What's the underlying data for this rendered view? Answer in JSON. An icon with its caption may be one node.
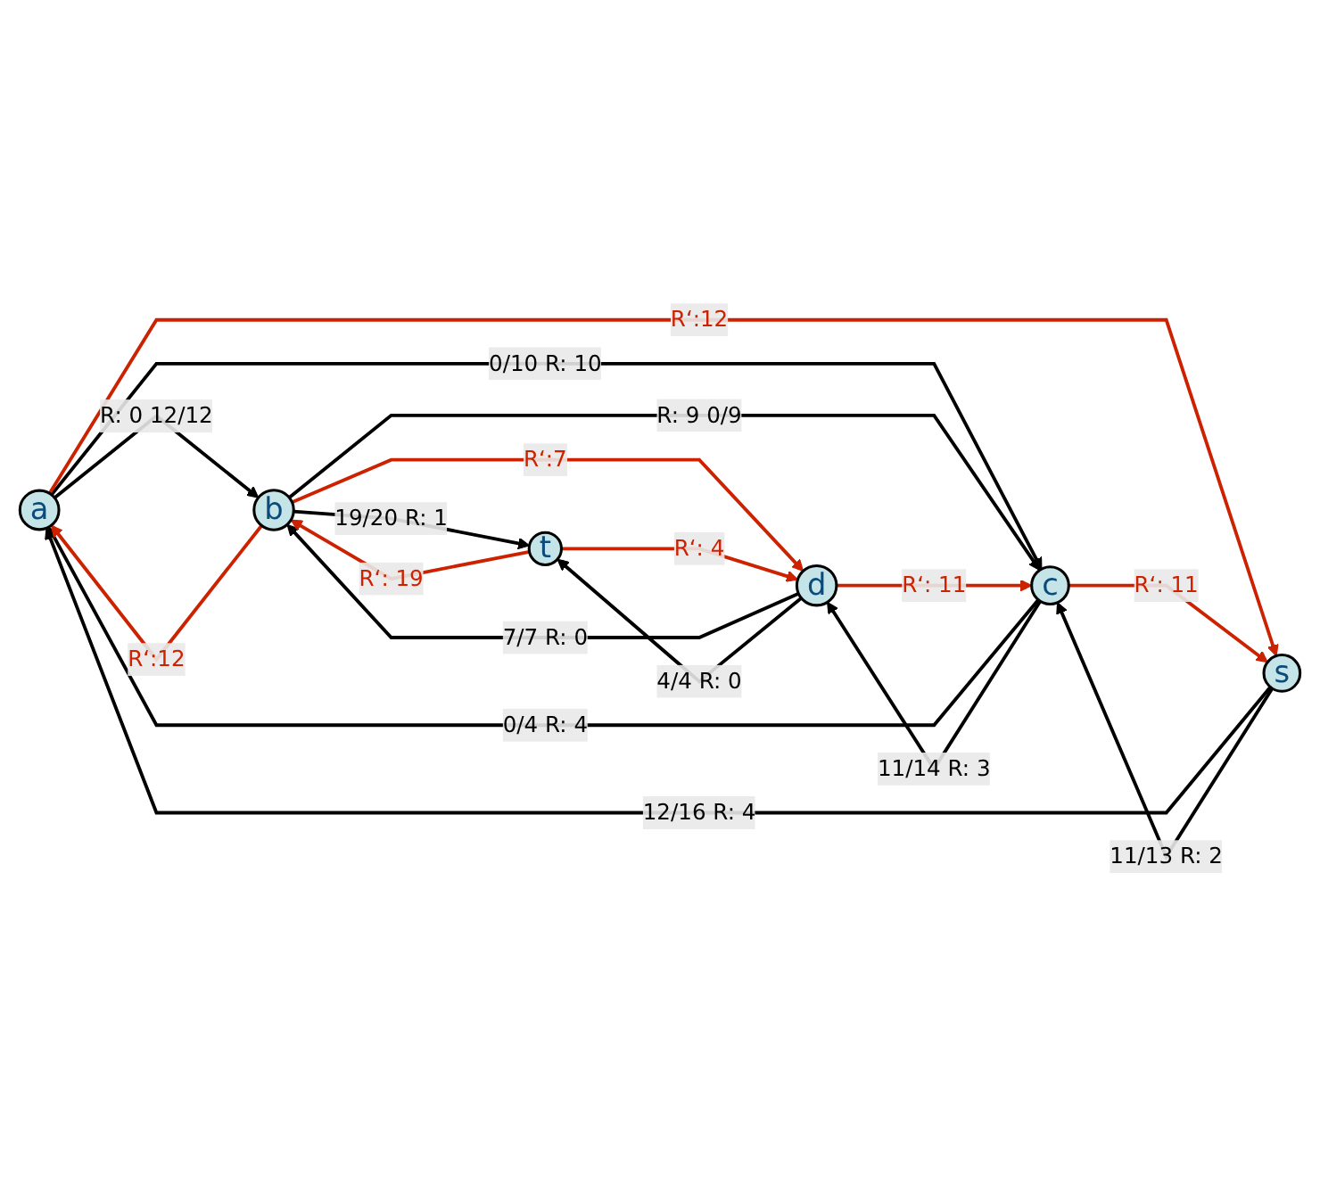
{
  "diagram": {
    "nodes": [
      {
        "text": [
          "a"
        ]
      },
      {
        "text": [
          "b"
        ]
      },
      {
        "text": [
          "s"
        ]
      },
      {
        "text": [
          "t"
        ]
      },
      {
        "text": [
          "c"
        ]
      },
      {
        "text": [
          "d"
        ]
      }
    ],
    "edges": [
      {
        "from": 2,
        "to": 0,
        "arrow": "to",
        "label": "12/16 R: 4"
      },
      {
        "from": 0,
        "to": 1,
        "arrow": "to",
        "label": "R: 0 12/12"
      },
      {
        "from": 1,
        "to": 3,
        "arrow": "to",
        "label": "19/20 R: 1"
      },
      {
        "from": 0,
        "to": 4,
        "arrow": "to",
        "label": "0/10 R: 10"
      },
      {
        "from": 4,
        "to": 0,
        "arrow": "to",
        "label": "0/4 R: 4"
      },
      {
        "from": 1,
        "to": 4,
        "arrow": "to",
        "label": "R: 9 0/9"
      },
      {
        "from": 5,
        "to": 1,
        "arrow": "to",
        "label": "7/7 R: 0"
      },
      {
        "from": 2,
        "to": 4,
        "arrow": "to",
        "label": "11/13 R: 2"
      },
      {
        "from": 4,
        "to": 5,
        "arrow": "to",
        "label": "11/14 R: 3"
      },
      {
        "from": 5,
        "to": 3,
        "arrow": "to",
        "label": "4/4 R: 0"
      },
      {
        "from": 1,
        "to": 0,
        "arrow": "to",
        "label": "R‘:12",
        "color": "#cc2200"
      },
      {
        "from": 0,
        "to": 2,
        "arrow": "to",
        "label": "R‘:12",
        "color": "#cc2200"
      },
      {
        "from": 3,
        "to": 1,
        "arrow": "to",
        "label": "R‘: 19",
        "color": "#cc2200"
      },
      {
        "from": 1,
        "to": 5,
        "arrow": "to",
        "label": "R‘:7",
        "color": "#cc2200"
      },
      {
        "from": 4,
        "to": 2,
        "arrow": "to",
        "label": "R‘: 11",
        "color": "#cc2200"
      },
      {
        "from": 5,
        "to": 4,
        "arrow": "to",
        "label": "R‘: 11",
        "color": "#cc2200"
      },
      {
        "from": 3,
        "to": 5,
        "arrow": "to",
        "label": "R‘: 4",
        "color": "#cc2200"
      }
    ]
  }
}
